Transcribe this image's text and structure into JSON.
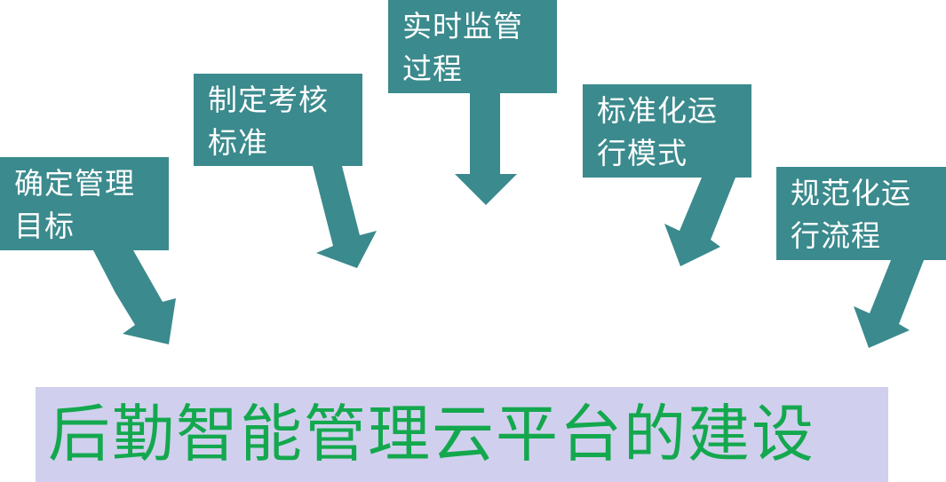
{
  "colors": {
    "box_fill": "#3b8a8d",
    "box_text": "#ffffff",
    "banner_fill": "#d0d0ee",
    "banner_text": "#14a84e"
  },
  "steps": [
    {
      "line1": "确定管理",
      "line2": "目标"
    },
    {
      "line1": "制定考核",
      "line2": "标准"
    },
    {
      "line1": "实时监管",
      "line2": "过程"
    },
    {
      "line1": "标准化运",
      "line2": "行模式"
    },
    {
      "line1": "规范化运",
      "line2": "行流程"
    }
  ],
  "banner": {
    "title": "后勤智能管理云平台的建设"
  }
}
